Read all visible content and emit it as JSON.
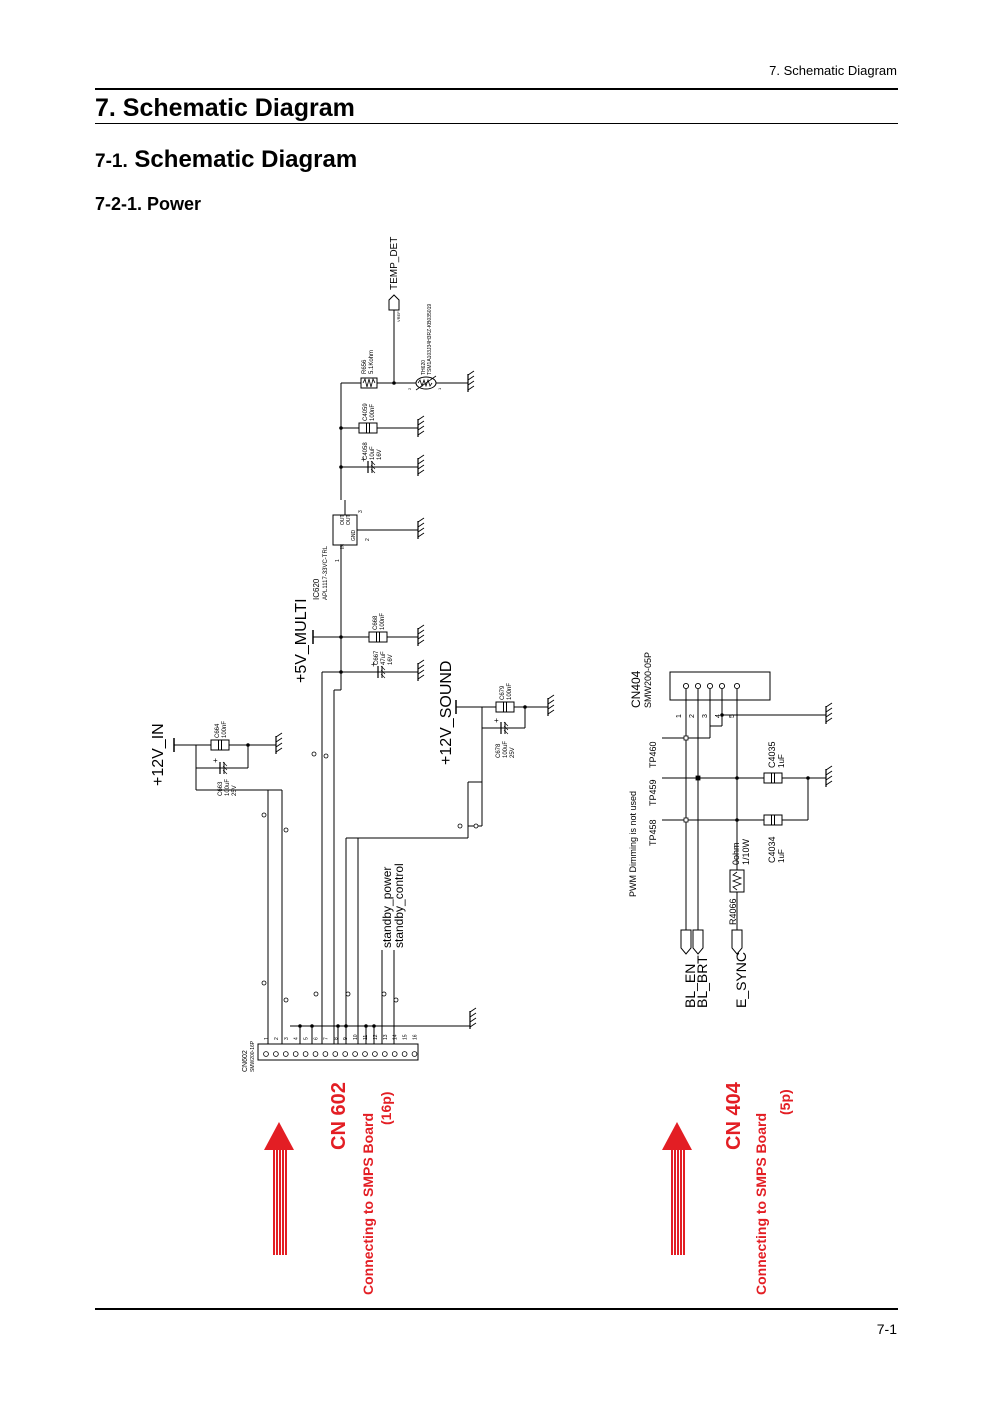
{
  "header": {
    "running_title": "7. Schematic Diagram",
    "title": "7. Schematic Diagram",
    "subtitle_number": "7-1.",
    "subtitle_text": "Schematic Diagram",
    "section": "7-2-1. Power"
  },
  "footer": {
    "page_number": "7-1"
  },
  "schematic": {
    "nets": {
      "temp_det": "TEMP_DET",
      "v12_in": "+12V_IN",
      "v5_multi": "+5V_MULTI",
      "v12_sound": "+12V_SOUND",
      "standby_power": "standby_power",
      "standby_control": "standby_control",
      "bl_en": "BL_EN",
      "bl_brt": "BL_BRT",
      "e_sync": "E_SYNC",
      "vref": "VREF"
    },
    "components": {
      "r656": {
        "ref": "R656",
        "value": "5.1Kohm"
      },
      "th620": {
        "ref": "TH620",
        "value": "TSM1A103J34H3RZ-KB035019"
      },
      "c4059": {
        "ref": "C4059",
        "value": "100nF"
      },
      "c4058": {
        "ref": "C4058",
        "value": "10uF",
        "voltage": "16V"
      },
      "ic620": {
        "ref": "IC620",
        "value": "APL1117-33VC-TRL",
        "pin_in": "IN",
        "pin_out": "OUT",
        "pin_out2": "OUT",
        "pin_gnd": "GND"
      },
      "c668": {
        "ref": "C668",
        "value": "100nF"
      },
      "c667": {
        "ref": "C667",
        "value": "47uF",
        "voltage": "16V"
      },
      "c664": {
        "ref": "C664",
        "value": "100nF"
      },
      "c663": {
        "ref": "C663",
        "value": "100uF",
        "voltage": "25V"
      },
      "c679": {
        "ref": "C679",
        "value": "100nF"
      },
      "c678": {
        "ref": "C678",
        "value": "100uF",
        "voltage": "25V"
      },
      "cn602": {
        "ref": "CN602",
        "value": "SMW200-16P"
      },
      "cn404": {
        "ref": "CN404",
        "value": "SMW200-05P"
      },
      "c4035": {
        "ref": "C4035",
        "value": "1uF"
      },
      "c4034": {
        "ref": "C4034",
        "value": "1uF"
      },
      "r4066": {
        "ref": "R4066",
        "value": "0ohm",
        "power": "1/10W"
      }
    },
    "test_points": [
      "TP460",
      "TP459",
      "TP458"
    ],
    "note": "PWM Dimming is not used",
    "cn602_pins": [
      "1",
      "2",
      "3",
      "4",
      "5",
      "6",
      "7",
      "8",
      "9",
      "10",
      "11",
      "12",
      "13",
      "14",
      "15",
      "16"
    ],
    "cn404_pins": [
      "1",
      "2",
      "3",
      "4",
      "5"
    ],
    "ic_pins": [
      "1",
      "2",
      "3"
    ],
    "thermistor_pins": [
      "2",
      "1"
    ]
  },
  "callouts": {
    "cn602": {
      "title": "CN 602",
      "line1": "Connecting to SMPS Board",
      "line2": "(16p)"
    },
    "cn404": {
      "title": "CN 404",
      "line1": "Connecting to SMPS Board",
      "line2": "(5p)"
    },
    "accent_color": "#e31e24"
  }
}
